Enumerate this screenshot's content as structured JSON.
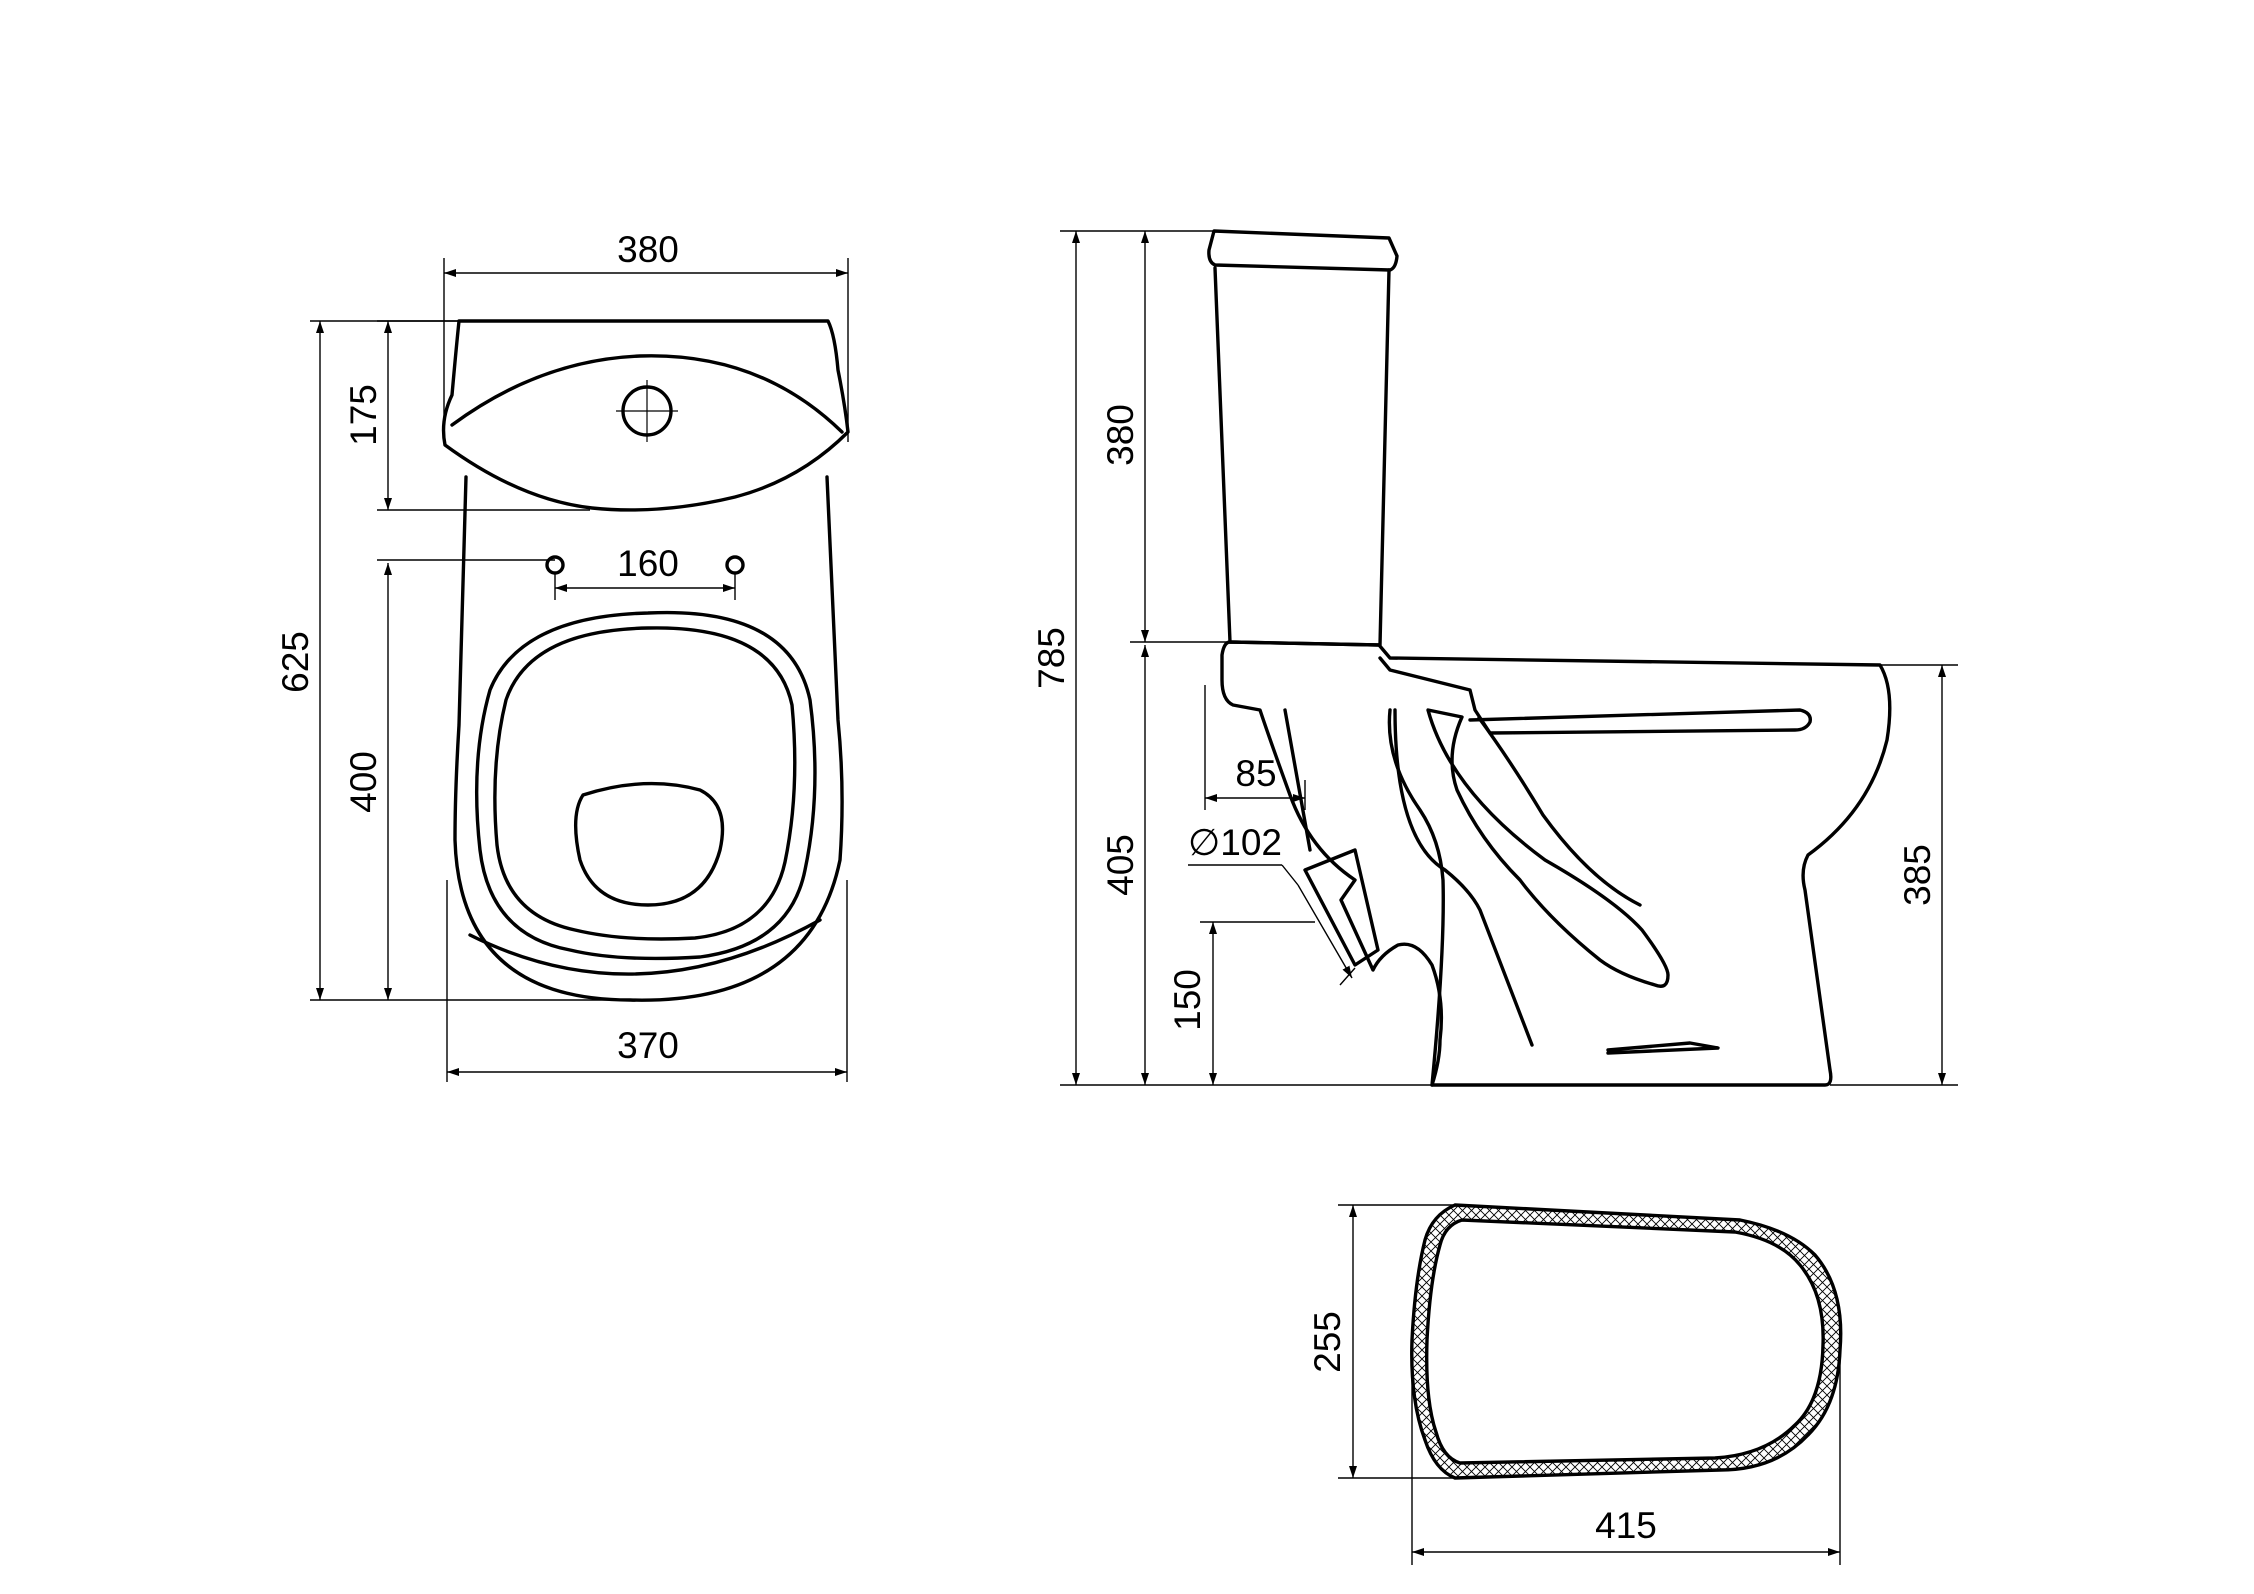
{
  "front_view": {
    "width_top": "380",
    "tank_depth": "175",
    "bolt_spacing": "160",
    "bowl_length": "400",
    "total_length": "625",
    "width_bottom": "370"
  },
  "side_view": {
    "tank_height": "380",
    "total_height": "785",
    "seat_height": "405",
    "outlet_offset": "85",
    "outlet_diameter": "∅102",
    "outlet_height": "150",
    "rim_height": "385"
  },
  "base_view": {
    "base_depth": "255",
    "base_length": "415"
  }
}
